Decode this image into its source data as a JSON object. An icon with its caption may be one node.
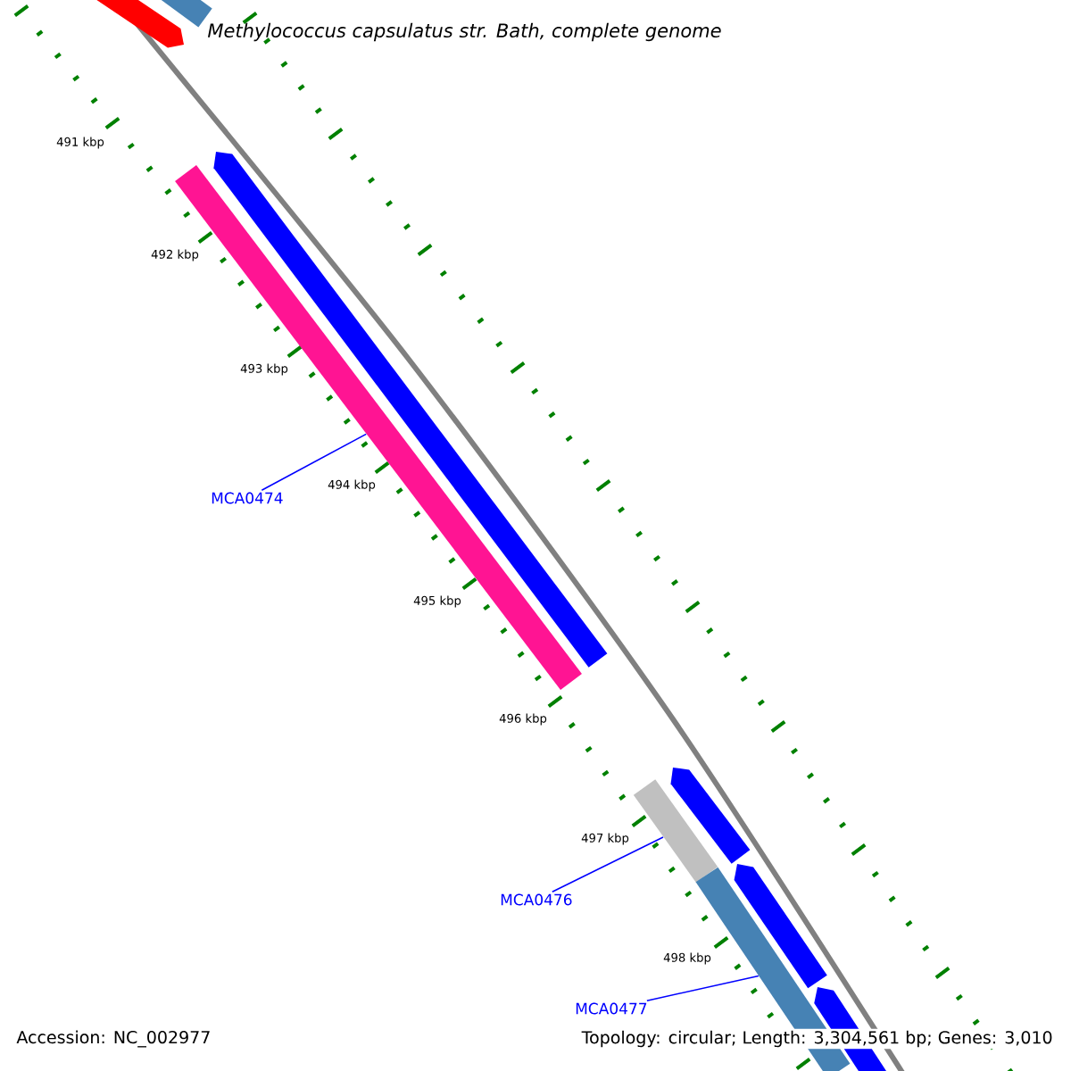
{
  "diagram": {
    "title": "Methylococcus capsulatus str. Bath, complete genome",
    "nodes": [
      {
        "text": [
          "MCA0474"
        ]
      },
      {
        "text": [],
        "shape": "bar"
      },
      {
        "text": [
          "MCA0476"
        ]
      },
      {
        "text": [],
        "shape": "bar"
      },
      {
        "text": [
          "MCA0477"
        ]
      },
      {
        "text": [],
        "shape": "bar"
      }
    ],
    "edges": [
      {
        "from": 0,
        "to": 1,
        "arrow": "none"
      },
      {
        "from": 2,
        "to": 3,
        "arrow": "none"
      },
      {
        "from": 4,
        "to": 5,
        "arrow": "none"
      }
    ],
    "labels": [
      "491 kbp",
      "492 kbp",
      "493 kbp",
      "494 kbp",
      "495 kbp",
      "496 kbp",
      "497 kbp",
      "498 kbp",
      "Accession: NC_002977",
      "Topology: circular; Length: 3,304,561 bp; Genes: 3,010"
    ]
  }
}
